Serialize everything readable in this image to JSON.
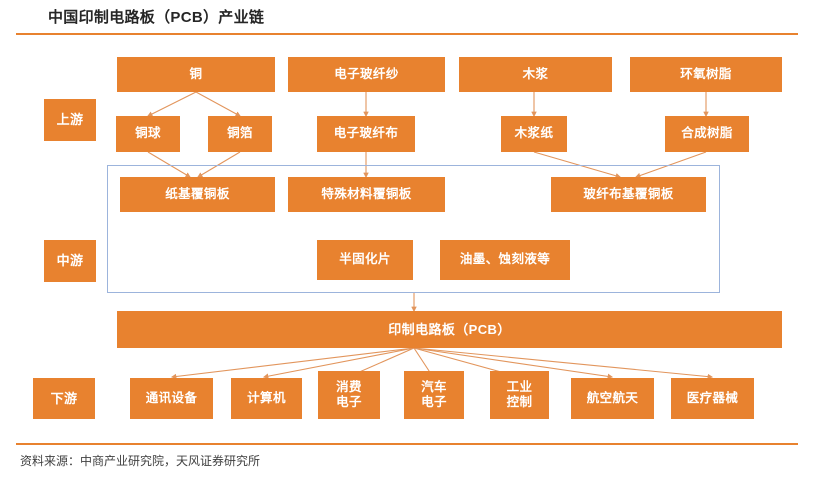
{
  "header": {
    "title": "中国印制电路板（PCB）产业链",
    "rule_color": "#E8822F"
  },
  "footer": {
    "source": "资料来源：中商产业研究院，天风证券研究所"
  },
  "theme": {
    "box_color": "#E8822F",
    "box_text_color": "#FFFFFF",
    "container_border_color": "#9CB4DC",
    "connector_color": "#E2955C",
    "title_color": "#262626"
  },
  "stages": [
    {
      "id": "upstream",
      "label": "上游"
    },
    {
      "id": "midstream",
      "label": "中游"
    },
    {
      "id": "downstream",
      "label": "下游"
    }
  ],
  "upstream": {
    "raw_materials": [
      {
        "id": "copper",
        "label": "铜"
      },
      {
        "id": "glass-fiber-yarn",
        "label": "电子玻纤纱"
      },
      {
        "id": "wood-pulp",
        "label": "木浆"
      },
      {
        "id": "epoxy-resin",
        "label": "环氧树脂"
      }
    ],
    "intermediates": [
      {
        "id": "copper-ball",
        "label": "铜球"
      },
      {
        "id": "copper-foil",
        "label": "铜箔"
      },
      {
        "id": "glass-fiber-cloth",
        "label": "电子玻纤布"
      },
      {
        "id": "wood-pulp-paper",
        "label": "木浆纸"
      },
      {
        "id": "synthetic-resin",
        "label": "合成树脂"
      }
    ]
  },
  "midstream": {
    "laminates": [
      {
        "id": "paper-base-ccl",
        "label": "纸基覆铜板"
      },
      {
        "id": "special-material-ccl",
        "label": "特殊材料覆铜板"
      },
      {
        "id": "glass-fiber-base-ccl",
        "label": "玻纤布基覆铜板"
      }
    ],
    "auxiliaries": [
      {
        "id": "prepreg",
        "label": "半固化片"
      },
      {
        "id": "ink-etchant",
        "label": "油墨、蚀刻液等"
      }
    ]
  },
  "product": {
    "id": "pcb",
    "label": "印制电路板（PCB）"
  },
  "downstream": {
    "applications": [
      {
        "id": "communication-equipment",
        "label": "通讯设备"
      },
      {
        "id": "computer",
        "label": "计算机"
      },
      {
        "id": "consumer-electronics",
        "label": "消费\n电子"
      },
      {
        "id": "automotive-electronics",
        "label": "汽车\n电子"
      },
      {
        "id": "industrial-control",
        "label": "工业\n控制"
      },
      {
        "id": "aerospace",
        "label": "航空航天"
      },
      {
        "id": "medical-devices",
        "label": "医疗器械"
      }
    ]
  }
}
